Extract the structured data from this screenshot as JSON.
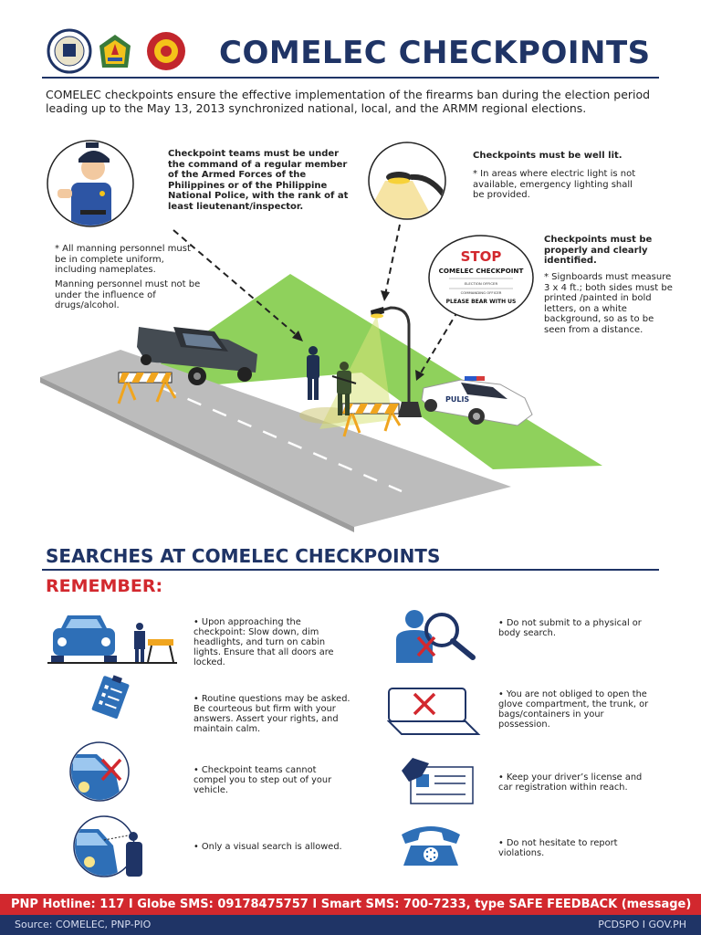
{
  "header": {
    "title": "COMELEC CHECKPOINTS",
    "intro": "COMELEC checkpoints ensure the effective implementation of the firearms ban during the election period leading up to the May 13, 2013 synchronized national, local, and the ARMM regional elections."
  },
  "illustration": {
    "command_note": "Checkpoint teams must be under the command of a regular member of the Armed Forces of the Philippines or of the Philippine National Police, with the rank of at least lieutenant/inspector.",
    "uniform_note": "* All manning personnel must be in complete uniform, including nameplates.",
    "influence_note": "Manning personnel must not be under the influence of drugs/alcohol.",
    "lit_title": "Checkpoints must be well lit.",
    "lit_note": "* In areas where electric light is not available, emergency lighting shall be provided.",
    "identified_title": "Checkpoints must be properly and clearly identified.",
    "identified_note": "* Signboards must measure 3 x 4 ft.; both sides must be printed /painted in bold letters, on a white background, so as to be seen from a distance.",
    "sign": {
      "stop": "STOP",
      "name": "COMELEC CHECKPOINT",
      "line1": "ELECTION OFFICER",
      "line2": "COMMANDING OFFICER",
      "bear": "PLEASE BEAR WITH US"
    },
    "car_label": "PULIS"
  },
  "searches": {
    "title": "SEARCHES AT COMELEC CHECKPOINTS",
    "remember": "REMEMBER:",
    "left": [
      "• Upon approaching the checkpoint: Slow down, dim headlights, and turn on cabin lights. Ensure that all doors are locked.",
      "• Routine questions may be asked. Be courteous but firm with your answers. Assert your rights, and maintain calm.",
      "• Checkpoint teams cannot compel you to step out of your vehicle.",
      "• Only a visual search is allowed."
    ],
    "right": [
      "• Do not submit to a physical or body search.",
      "• You are not obliged to open the glove compartment, the trunk, or bags/containers in your possession.",
      "• Keep your driver’s license and car registration within reach.",
      "• Do not hesitate to report violations."
    ]
  },
  "footer": {
    "hotline": "PNP Hotline: 117 I Globe SMS: 09178475757 I Smart SMS: 700-7233, type SAFE FEEDBACK  (message)",
    "source": "Source: COMELEC, PNP-PIO",
    "credit": "PCDSPO I GOV.PH"
  },
  "colors": {
    "navy": "#1f3466",
    "red": "#d2282e",
    "grass": "#8fd15c",
    "road": "#b9b9b9",
    "icon_blue": "#2e6fb7"
  }
}
